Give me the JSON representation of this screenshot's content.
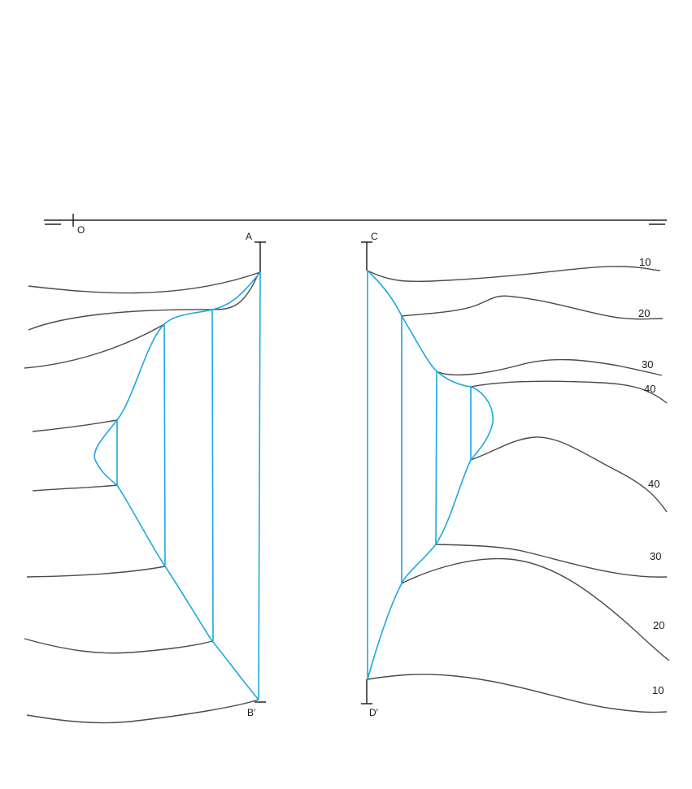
{
  "labels": {
    "origin": "O",
    "a": "A",
    "b": "B′",
    "c": "C",
    "d": "D′"
  },
  "contour_labels": [
    "10",
    "20",
    "30",
    "40",
    "40",
    "30",
    "20",
    "10"
  ],
  "colors": {
    "contour": "#4a4a4a",
    "section": "#1ea7df",
    "axis": "#222222"
  }
}
